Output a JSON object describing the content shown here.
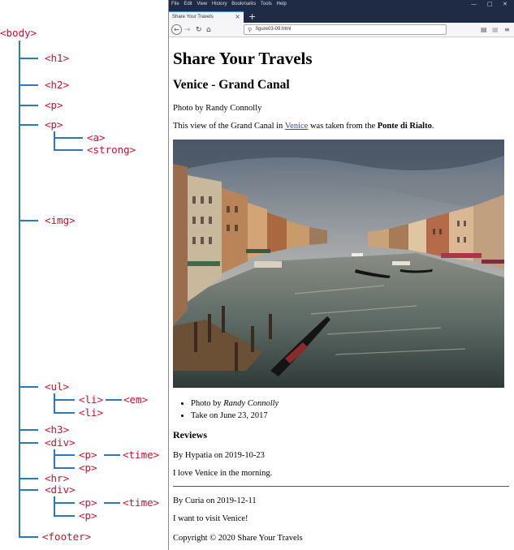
{
  "tree": {
    "body": "<body>",
    "h1": "<h1>",
    "h2": "<h2>",
    "p1": "<p>",
    "p2": "<p>",
    "a": "<a>",
    "strong": "<strong>",
    "img": "<img>",
    "ul": "<ul>",
    "li1": "<li>",
    "em": "<em>",
    "li2": "<li>",
    "h3": "<h3>",
    "div1": "<div>",
    "div1_p1": "<p>",
    "time1": "<time>",
    "div1_p2": "<p>",
    "hr": "<hr>",
    "div2": "<div>",
    "div2_p1": "<p>",
    "time2": "<time>",
    "div2_p2": "<p>",
    "footer": "<footer>",
    "colors": {
      "tag": "#c8102e",
      "line": "#2a7ab8"
    }
  },
  "browser": {
    "menus": [
      "File",
      "Edit",
      "View",
      "History",
      "Bookmarks",
      "Tools",
      "Help"
    ],
    "tab_title": "Share Your Travels",
    "url": "figure03-09.html",
    "icons": [
      "back-icon",
      "forward-icon",
      "reload-icon",
      "home-icon",
      "search-icon",
      "reader-icon",
      "sidebar-icon",
      "menu-icon"
    ]
  },
  "page": {
    "h1": "Share Your Travels",
    "h2": "Venice - Grand Canal",
    "credit": "Photo by Randy Connolly",
    "desc_before": "This view of the Grand Canal in ",
    "desc_link": "Venice",
    "desc_middle": " was taken from the ",
    "desc_strong": "Ponte di Rialto",
    "desc_after": ".",
    "list_photo_prefix": "Photo by ",
    "list_photo_name": "Randy Connolly",
    "list_date": "Take on June 23, 2017",
    "reviews_heading": "Reviews",
    "review1_by_prefix": "By Hypatia on ",
    "review1_date": "2019-10-23",
    "review1_text": "I love Venice in the morning.",
    "review2_by_prefix": "By Curia on ",
    "review2_date": "2019-12-11",
    "review2_text": "I want to visit Venice!",
    "footer": "Copyright © 2020 Share Your Travels"
  }
}
